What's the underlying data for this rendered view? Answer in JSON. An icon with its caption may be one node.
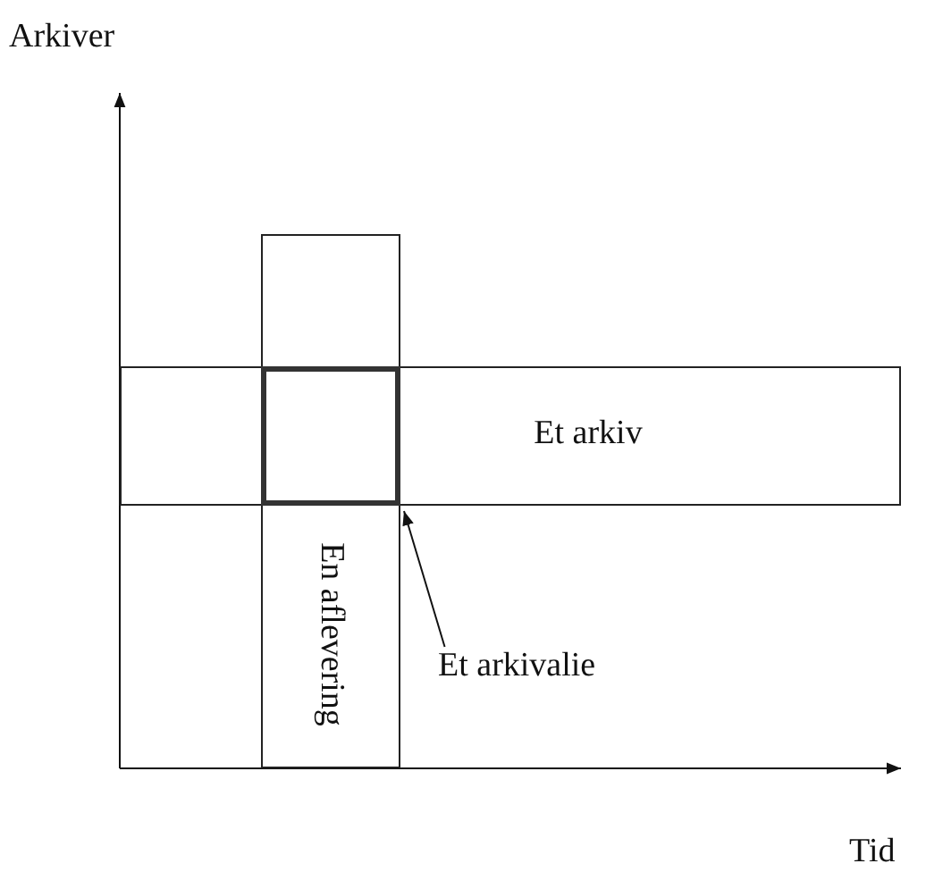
{
  "diagram": {
    "nodes": [
      {
        "text": [
          "Et arkiv"
        ]
      },
      {
        "text": [
          "En aflevering"
        ]
      },
      {
        "text": [],
        "shape": "box"
      },
      {
        "text": [
          "Et arkivalie"
        ]
      }
    ],
    "edges": [
      {
        "from": 3,
        "to": 2,
        "arrow": "to"
      }
    ],
    "labels": [
      "Arkiver",
      "Tid"
    ]
  }
}
